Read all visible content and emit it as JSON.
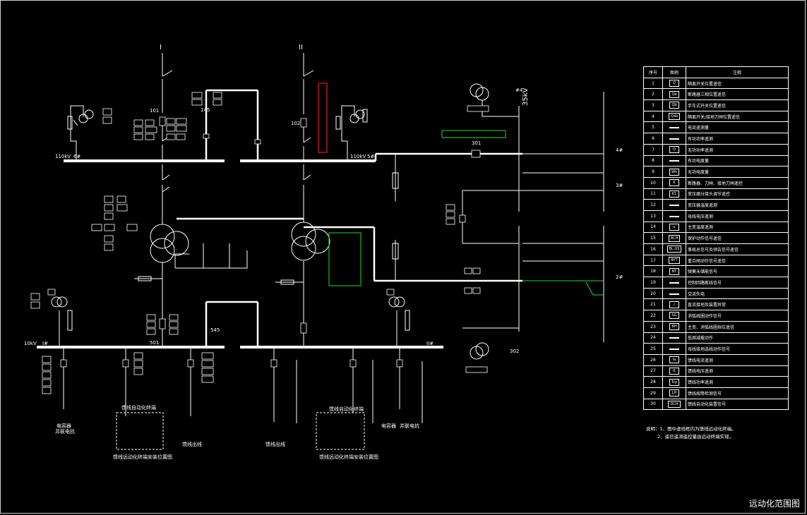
{
  "title": "远动化范围图",
  "bus_labels": {
    "bus1_roman": "I",
    "bus2_roman": "II",
    "bus_110_left": "110kV",
    "bus_110_left_no": "6#",
    "bus_110_right": "110kV",
    "bus_110_right_no": "5#",
    "bus_35": "35kV",
    "bus_35_no": "#4",
    "bus_10_left": "10kV",
    "bus_10_left_no": "I#",
    "bus_10_right_no": "II#",
    "line_a": "4#",
    "line_b": "3#",
    "line_c": "2#",
    "brk_101": "101",
    "brk_102": "102",
    "brk_145": "145",
    "brk_301": "301",
    "brk_302": "302",
    "brk_501": "501",
    "brk_545": "545"
  },
  "feeder_labels": {
    "cap_left": "电容器",
    "cap_left_sub": "并联电抗",
    "feeder_a": "馈线出线",
    "feeder_b": "馈线出线",
    "cap_right": "电容器",
    "cap_right_sub": "并联电抗",
    "box_left_title": "馈线自动化终端",
    "box_left_caption": "馈线远动化终端安装位置图",
    "box_right_title": "馈线自动化终端",
    "box_right_caption": "馈线远动化终端安装位置图"
  },
  "legend": {
    "headers": [
      "序号",
      "图例",
      "注释"
    ],
    "rows": [
      {
        "no": "1",
        "sym": "Q",
        "desc": "隔离开关位置遥信"
      },
      {
        "no": "2",
        "sym": "Qa",
        "desc": "断路器三相位置遥信"
      },
      {
        "no": "3",
        "sym": "Qb",
        "desc": "手车式开关位置遥信"
      },
      {
        "no": "4",
        "sym": "Qab",
        "desc": "隔离开关/接地刀闸位置遥信"
      },
      {
        "no": "5",
        "sym": "",
        "desc": "电流遥测量"
      },
      {
        "no": "6",
        "sym": "",
        "desc": "有功功率遥测"
      },
      {
        "no": "7",
        "sym": "Q",
        "desc": "无功功率遥测"
      },
      {
        "no": "8",
        "sym": "",
        "desc": "有功电度量"
      },
      {
        "no": "9",
        "sym": "Wh",
        "desc": "无功电度量"
      },
      {
        "no": "10",
        "sym": "K",
        "desc": "断路器、刀闸、接地刀闸遥控"
      },
      {
        "no": "11",
        "sym": "K1",
        "desc": "变压器分接头调节遥控"
      },
      {
        "no": "12",
        "sym": "",
        "desc": "变压器温度遥测"
      },
      {
        "no": "13",
        "sym": "",
        "desc": "母线电压遥测"
      },
      {
        "no": "14",
        "sym": "u",
        "desc": "主变温度遥测"
      },
      {
        "no": "15",
        "sym": "BCH",
        "desc": "保护动作信号遥信"
      },
      {
        "no": "16",
        "sym": "BL.GS",
        "desc": "事故总信号及预告信号遥信"
      },
      {
        "no": "17",
        "sym": "BYT",
        "desc": "重合闸动作信号遥信"
      },
      {
        "no": "18",
        "sym": "BT",
        "desc": "弹簧未储能信号"
      },
      {
        "no": "19",
        "sym": "",
        "desc": "控制回路断线信号"
      },
      {
        "no": "20",
        "sym": "",
        "desc": "交流失电"
      },
      {
        "no": "21",
        "sym": "/",
        "desc": "直流接地及装置异常"
      },
      {
        "no": "22",
        "sym": "SG",
        "desc": "消弧线圈动作信号"
      },
      {
        "no": "23",
        "sym": "BH",
        "desc": "主变、消弧线圈挡位遥信"
      },
      {
        "no": "24",
        "sym": "",
        "desc": "低周减载动作"
      },
      {
        "no": "25",
        "sym": "",
        "desc": "母线接地选线动作信号"
      },
      {
        "no": "26",
        "sym": "Ia",
        "desc": "馈线电流遥测"
      },
      {
        "no": "27",
        "sym": "I1",
        "desc": "馈线电压遥测"
      },
      {
        "no": "28",
        "sym": "Tcp",
        "desc": "馈线功率遥测"
      },
      {
        "no": "29",
        "sym": "LH",
        "desc": "馈线故障检测信号"
      },
      {
        "no": "30",
        "sym": "DCH",
        "desc": "馈线自动化装置信号"
      }
    ]
  },
  "notes": [
    "说明：1、图中虚线框内为馈线远动化终端。",
    "2、遥信遥测遥控量由远动终端实现。"
  ],
  "colors": {
    "background": "#000000",
    "line": "#ffffff",
    "highlight": "#22dd22",
    "alarm": "#e02020"
  }
}
